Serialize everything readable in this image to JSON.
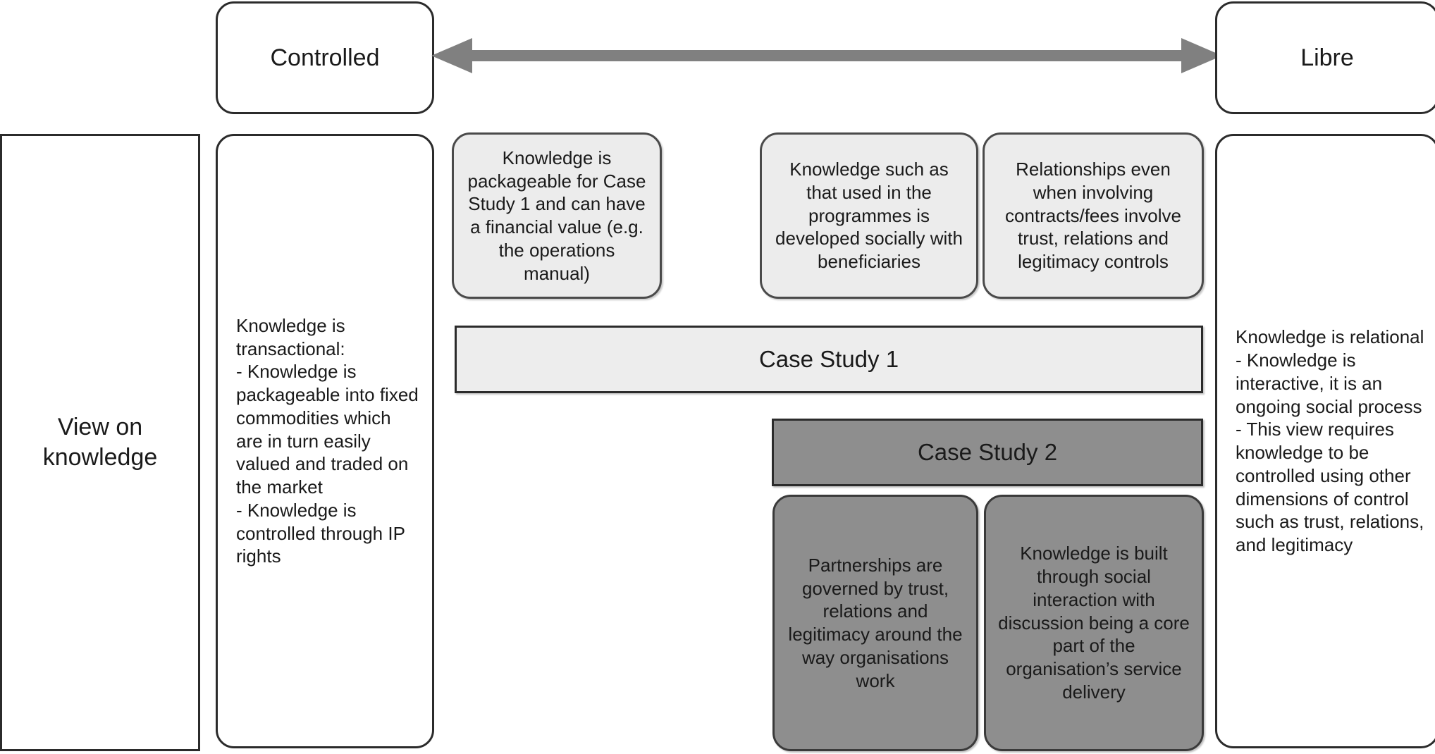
{
  "diagram": {
    "title_axis": {
      "left_pole": "Controlled",
      "right_pole": "Libre",
      "arrow": "double-headed-horizontal-arrow",
      "arrow_color": "#808080"
    },
    "row_label": "View on knowledge",
    "columns": {
      "controlled_detail": "Knowledge is transactional:\n- Knowledge is packageable into fixed commodities which are in turn easily valued and traded on the market\n- Knowledge is controlled through IP rights",
      "libre_detail": "Knowledge is relational\n- Knowledge is interactive, it is an ongoing social process\n- This view requires knowledge to be controlled using other dimensions of control such as trust, relations, and legitimacy"
    },
    "evidence_boxes": [
      {
        "id": "cs1-packageable",
        "text": "Knowledge is packageable for Case Study 1 and can have a financial value (e.g. the operations manual)",
        "fill": "#ececec",
        "tone": "light"
      },
      {
        "id": "cs1-social",
        "text": "Knowledge such as that used in the programmes is developed socially with beneficiaries",
        "fill": "#ececec",
        "tone": "light"
      },
      {
        "id": "cs1-relationships",
        "text": "Relationships even when involving contracts/fees involve trust, relations and legitimacy controls",
        "fill": "#ececec",
        "tone": "light"
      },
      {
        "id": "cs2-partnerships",
        "text": "Partnerships are governed by trust, relations and legitimacy around the way organisations work",
        "fill": "#8e8e8e",
        "tone": "dark"
      },
      {
        "id": "cs2-social-interaction",
        "text": "Knowledge is built through social interaction with discussion being a core part of the organisation’s service delivery",
        "fill": "#8e8e8e",
        "tone": "dark"
      }
    ],
    "case_bars": [
      {
        "id": "case-study-1",
        "label": "Case Study 1",
        "fill": "#ededed",
        "tone": "light"
      },
      {
        "id": "case-study-2",
        "label": "Case Study 2",
        "fill": "#8e8e8e",
        "tone": "dark"
      }
    ]
  }
}
